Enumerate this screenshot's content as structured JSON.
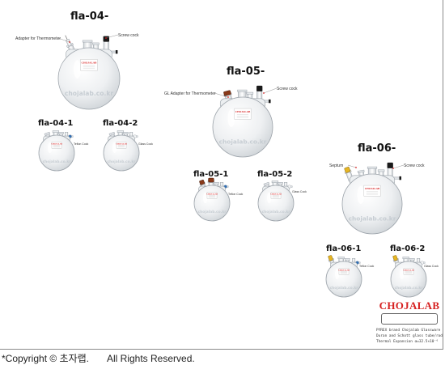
{
  "titles": {
    "fla04": "fla-04-",
    "fla05": "fla-05-",
    "fla06": "fla-06-",
    "fla041": "fla-04-1",
    "fla042": "fla-04-2",
    "fla051": "fla-05-1",
    "fla052": "fla-05-2",
    "fla061": "fla-06-1",
    "fla062": "fla-06-2"
  },
  "callouts": {
    "adapter_thermometer": "Adapter for Thermometer",
    "screw_cock": "Screw cock",
    "gl_adapter_thermometer": "GL Adapter for Thermometer",
    "septum": "Septum",
    "teflon_cock": "Teflon Cock",
    "glass_cock": "Glass Cock"
  },
  "flask_label": "CHOJALAB",
  "watermark": "chojalab.co.kr",
  "logo": {
    "brand": "CHOJALAB",
    "line1": "PYREX brand Chojalab Glassware",
    "line2": "Duran and Schott glass tube/rod",
    "line3": "Thermal Expansion α=32.5×10⁻⁶"
  },
  "copyright": {
    "text": "*Copyright © 초자랩.",
    "rights": "All Rights Reserved."
  },
  "colors": {
    "glass": "#e9ecef",
    "glass_edge": "#9ca3aa",
    "cock_black": "#1a1a1a",
    "gl_cap_brown": "#8a3a1a",
    "septum_yellow": "#e7b623",
    "accent_red": "#d62020"
  }
}
